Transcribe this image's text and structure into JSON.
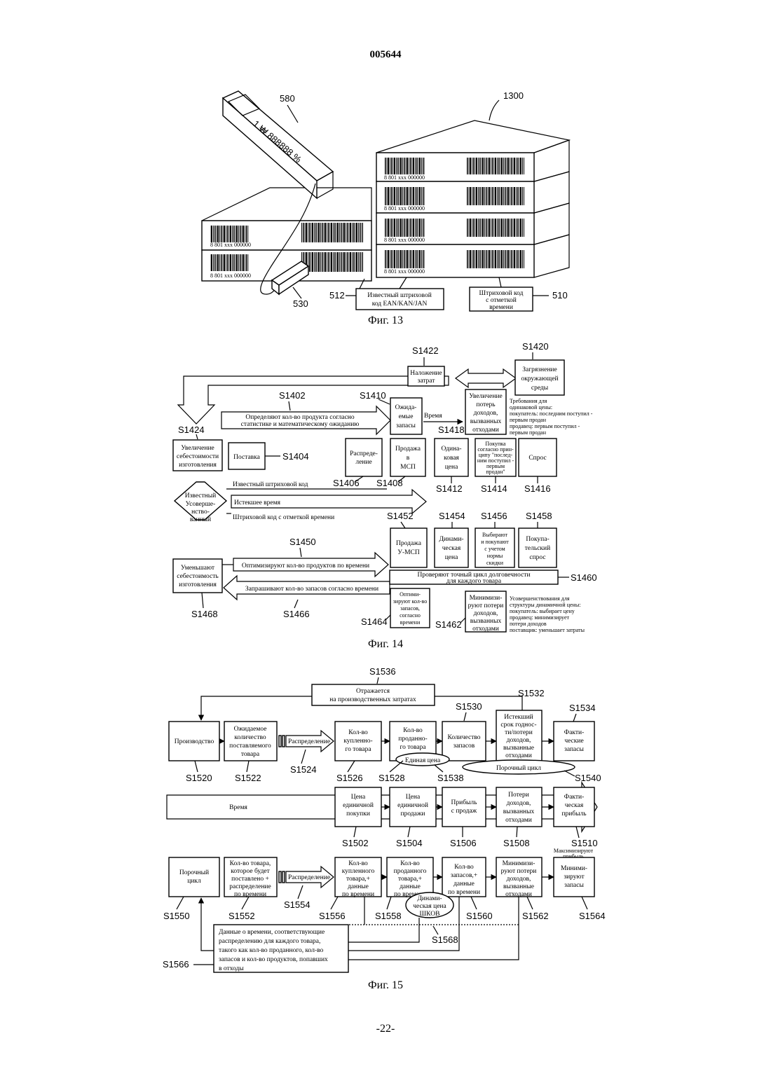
{
  "header": {
    "doc_number": "005644",
    "page_number": "-22-"
  },
  "fig13": {
    "caption": "Фиг. 13",
    "refs": {
      "r580": "580",
      "r1300": "1300",
      "r512": "512",
      "r510": "510",
      "r530": "530"
    },
    "label_512": [
      "Известный штриховой",
      "код EAN/KAN/JAN"
    ],
    "label_510": [
      "Штриховой код",
      "с отметкой",
      "времени"
    ],
    "display_text": "1 ₩ 888888 %",
    "barcode_text": "8 801   xxx   000000"
  },
  "fig14": {
    "caption": "Фиг. 14",
    "refs": {
      "s1402": "S1402",
      "s1404": "S1404",
      "s1406": "S1406",
      "s1408": "S1408",
      "s1410": "S1410",
      "s1412": "S1412",
      "s1414": "S1414",
      "s1416": "S1416",
      "s1418": "S1418",
      "s1420": "S1420",
      "s1422": "S1422",
      "s1424": "S1424",
      "s1450": "S1450",
      "s1452": "S1452",
      "s1454": "S1454",
      "s1456": "S1456",
      "s1458": "S1458",
      "s1460": "S1460",
      "s1462": "S1462",
      "s1464": "S1464",
      "s1466": "S1466",
      "s1468": "S1468"
    },
    "b1422": [
      "Наложение",
      "затрат"
    ],
    "b1420": [
      "Загрязнение",
      "окружающей",
      "среды"
    ],
    "b1410": [
      "Ожида-",
      "емые",
      "запасы"
    ],
    "arrow_1402": [
      "Определяют кол-во продукта согласно",
      "статистике и математическому ожиданию"
    ],
    "time_label": "Время",
    "b1418": [
      "Увеличение",
      "потерь",
      "доходов,",
      "вызванных",
      "отходами"
    ],
    "req_note": [
      "Требования для",
      "одинаковой цены:",
      "покупатель: последним поступил -",
      "первым продан",
      "продавец: первым поступил -",
      "первым продан"
    ],
    "b1424": [
      "Увеличение",
      "себестоимости",
      "изготовления"
    ],
    "b1404": [
      "Поставка"
    ],
    "b1406": [
      "Распреде-",
      "ление"
    ],
    "b1408": [
      "Продажа",
      "в",
      "МСП"
    ],
    "b1412": [
      "Одина-",
      "ковая",
      "цена"
    ],
    "b1414": [
      "Покупка",
      "согласно прин-",
      "ципу \"послед-",
      "ним поступил -",
      "первым",
      "продан\""
    ],
    "b1416": [
      "Спрос"
    ],
    "hex_label": [
      "Известный",
      "Усоверше-",
      "нство-",
      "ванный"
    ],
    "line_known": "Известный штриховой код",
    "line_elapsed": "Истекшее время",
    "line_time": "Штриховой код с отметкой времени",
    "b1452": [
      "Продажа",
      "У-МСП"
    ],
    "b1454": [
      "Динами-",
      "ческая",
      "цена"
    ],
    "b1456": [
      "Выбирают",
      "и покупают",
      "с учетом",
      "нормы",
      "скидки"
    ],
    "b1458": [
      "Покупа-",
      "тельский",
      "спрос"
    ],
    "b1468": [
      "Уменьшают",
      "себестоимость",
      "изготовления"
    ],
    "arrow_1450": "Оптимизируют кол-во продуктов по времени",
    "arrow_1466": "Запрашивают кол-во запасов согласно времени",
    "bar_1460": [
      "Проверяют точный цикл долговечности",
      "для каждого товара"
    ],
    "b1464": [
      "Оптими-",
      "зируют кол-во",
      "запасов,",
      "согласно",
      "времени"
    ],
    "b1462": [
      "Минимизи-",
      "руют потери",
      "доходов,",
      "вызванных",
      "отходами"
    ],
    "improve_note": [
      "Усовершенствования для",
      "структуры динамичной цены:",
      "покупатель: выбирает цену",
      "продавец: минимизирует",
      "потери доходов",
      "поставщик: уменьшает затраты"
    ]
  },
  "fig15": {
    "caption": "Фиг. 15",
    "refs": {
      "s1536": "S1536",
      "s1532": "S1532",
      "s1530": "S1530",
      "s1534": "S1534",
      "s1520": "S1520",
      "s1522": "S1522",
      "s1524": "S1524",
      "s1526": "S1526",
      "s1528": "S1528",
      "s1538": "S1538",
      "s1540": "S1540",
      "s1502": "S1502",
      "s1504": "S1504",
      "s1506": "S1506",
      "s1508": "S1508",
      "s1510": "S1510",
      "s1550": "S1550",
      "s1552": "S1552",
      "s1554": "S1554",
      "s1556": "S1556",
      "s1558": "S1558",
      "s1560": "S1560",
      "s1562": "S1562",
      "s1564": "S1564",
      "s1566": "S1566",
      "s1568": "S1568"
    },
    "b1536": [
      "Отражается",
      "на производственных затратах"
    ],
    "b1520": [
      "Производство"
    ],
    "b1522": [
      "Ожидаемое",
      "количество",
      "поставляемого",
      "товара"
    ],
    "distribution": "Распределение",
    "b1526": [
      "Кол-во",
      "купленно-",
      "го товара"
    ],
    "b1528": [
      "Кол-во",
      "проданно-",
      "го товара"
    ],
    "b1530": [
      "Количество",
      "запасов"
    ],
    "b1532": [
      "Истекший",
      "срок годнос-",
      "ти/потери",
      "доходов,",
      "вызванные",
      "отходами"
    ],
    "b1534": [
      "Факти-",
      "ческие",
      "запасы"
    ],
    "e1538": "Единая цена",
    "e1540": "Порочный цикл",
    "time_arrow": "Время",
    "b1502": [
      "Цена",
      "единичной",
      "покупки"
    ],
    "b1504": [
      "Цена",
      "единичной",
      "продажи"
    ],
    "b1506": [
      "Прибыль",
      "с продаж"
    ],
    "b1508": [
      "Потери",
      "доходов,",
      "вызванных",
      "отходами"
    ],
    "b1510": [
      "Факти-",
      "ческая",
      "прибыль"
    ],
    "maximize": [
      "Максимизируют",
      "прибыль"
    ],
    "b1550": [
      "Порочный",
      "цикл"
    ],
    "b1552": [
      "Кол-во товара,",
      "которое будет",
      "поставлено +",
      "распределение",
      "по времени"
    ],
    "b1556": [
      "Кол-во",
      "купленного",
      "товара,+",
      "данные",
      "по времени"
    ],
    "b1558": [
      "Кол-во",
      "проданного",
      "товара,+",
      "данные",
      "по времени"
    ],
    "b1560": [
      "Кол-во",
      "запасов,+",
      "данные",
      "по времени"
    ],
    "b1562": [
      "Минимизи-",
      "руют потери",
      "доходов,",
      "вызванные",
      "отходами"
    ],
    "b1564": [
      "Миними-",
      "зируют",
      "запасы"
    ],
    "e1568": [
      "Динами-",
      "ческая цена",
      "ШКОВ"
    ],
    "b1566": [
      "Данные о времени, соответствующие",
      "распределению для каждого товара,",
      "такого как кол-во проданного, кол-во",
      "запасов и кол-во продуктов, попавших",
      "в отходы"
    ]
  }
}
